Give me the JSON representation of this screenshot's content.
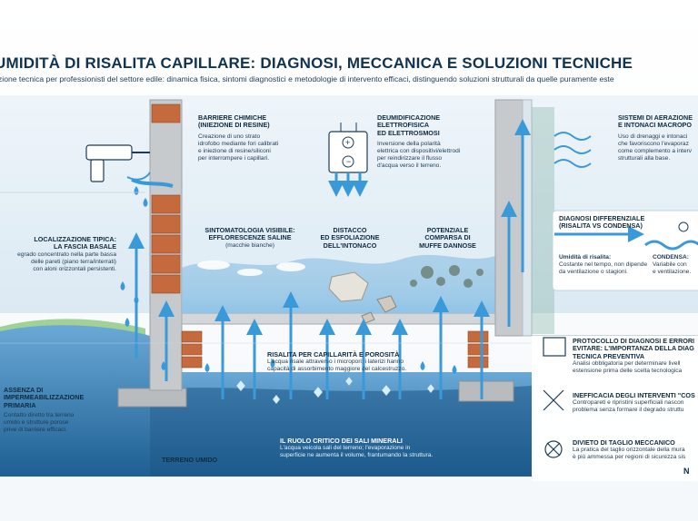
{
  "title": "UMIDITÀ DI RISALITA CAPILLARE: DIAGNOSI, MECCANICA E SOLUZIONI TECNICHE",
  "subtitle": "zione tecnica per professionisti del settore edile: dinamica fisica, sintomi diagnostici e metodologie di intervento efficaci, distinguendo soluzioni strutturali da quelle puramente este",
  "barriere": {
    "title1": "BARRIERE CHIMICHE",
    "title2": "(INIEZIONE DI RESINE)",
    "body": [
      "Creazione di uno strato",
      "idrofobo mediante fori calibrati",
      "e iniezione di resine/siliconi",
      "per interrompere i capillari."
    ]
  },
  "deumid": {
    "title1": "DEUMIDIFICAZIONE",
    "title2": "ELETTROFISICA",
    "title3": "ED ELETTROSMOSI",
    "body": [
      "Inversione della polarità",
      "elettrica con dispositivi/elettrodi",
      "per reindirizzare il flusso",
      "d'acqua verso il terreno."
    ]
  },
  "aerazione": {
    "title1": "SISTEMI DI AERAZIONE",
    "title2": "E INTONACI MACROPO",
    "body": [
      "Uso di drenaggi e intonaci",
      "che favoriscono l'evaporaz",
      "come complemento a interv",
      "strutturali alla base."
    ]
  },
  "sintomatologia": {
    "title1": "SINTOMATOLOGIA VISIBILE:",
    "title2": "EFFLORESCENZE SALINE",
    "sub": "(macchie bianche)"
  },
  "distacco": {
    "title1": "DISTACCO",
    "title2": "ED ESFOLIAZIONE",
    "title3": "DELL'INTONACO"
  },
  "potenziale": {
    "title1": "POTENZIALE",
    "title2": "COMPARSA DI",
    "title3": "MUFFE DANNOSE"
  },
  "diagnosi": {
    "title1": "DIAGNOSI DIFFERENZIALE",
    "title2": "(RISALITA VS CONDENSA)",
    "risalita_title": "Umidità di risalita:",
    "risalita_body": [
      "Costante nel tempo, non dipende",
      "da ventilazione o stagioni."
    ],
    "condensa_title": "CONDENSA:",
    "condensa_body": [
      "Variabile con",
      "e ventilazione."
    ]
  },
  "localizzazione": {
    "title1": "LOCALIZZAZIONE TIPICA:",
    "title2": "LA FASCIA BASALE",
    "body": [
      "egrado concentrato nella parte bassa",
      "delle pareti (piano terra/interrati)",
      "con aloni orizzontali persistenti."
    ]
  },
  "assenza": {
    "title1": "ASSENZA DI",
    "title2": "IMPERMEABILIZZAZIONE",
    "title3": "PRIMARIA",
    "body": [
      "Contatto diretto tra terreno",
      "umido e strutture porose",
      "prive di barriere efficaci."
    ]
  },
  "risalita": {
    "title": "RISALITA PER CAPILLARITÀ E POROSITÀ",
    "body": [
      "L'acqua risale attraverso i micropori; i laterizi hanno",
      "capacità di assorbimento maggiore del calcestruzzo."
    ]
  },
  "sali": {
    "title": "IL RUOLO CRITICO DEI SALI MINERALI",
    "body": [
      "L'acqua veicola sali del terreno; l'evaporazione in",
      "superficie ne aumenta il volume, frantumando la struttura."
    ]
  },
  "terreno": "TERRENO UMIDO",
  "protocollo": {
    "title1": "PROTOCOLLO DI DIAGNOSI E ERRORI",
    "title2": "EVITARE: L'IMPORTANZA DELLA DIAG",
    "title3": "TECNICA PREVENTIVA",
    "body": [
      "Analisi obbligatoria per determinare livell",
      "estensione prima delle scelta tecnologica"
    ]
  },
  "inefficacia": {
    "title": "INEFFICACIA DEGLI INTERVENTI \"COS",
    "body": [
      "Contropareti e ripristini superficiali nascon",
      "problema senza formare il degrado struttu"
    ]
  },
  "divieto": {
    "title": "DIVIETO DI TAGLIO MECCANICO",
    "body": [
      "La pratica del taglio orizzontale della mura",
      "è più ammessa per regioni di sicurezza sis"
    ]
  },
  "logo": "N",
  "colors": {
    "water": "#2f86c6",
    "arrow": "#3a9ad9",
    "brick": "#c46a3d",
    "concrete": "#b9bcbf",
    "text": "#0f2b40"
  }
}
